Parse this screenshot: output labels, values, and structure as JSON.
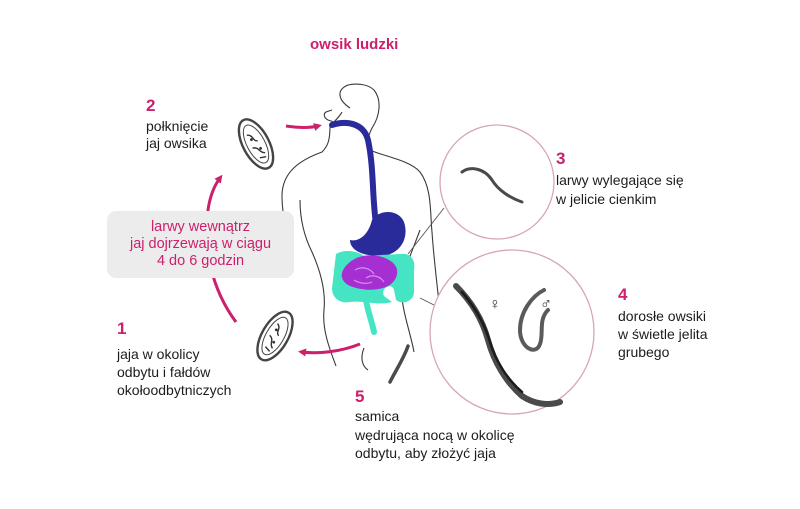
{
  "title": "owsik ludzki",
  "colors": {
    "accent": "#cc1f6c",
    "esophagus": "#2a2b9b",
    "small_intestine": "#a52fd0",
    "large_intestine": "#45e5c4",
    "callout_bg": "#ececec"
  },
  "callout": "larwy wewnątrz\njaj dojrzewają w ciągu\n4 do 6 godzin",
  "steps": [
    {
      "number": "1",
      "lines": [
        "jaja w okolicy",
        "odbytu i fałdów",
        "okołoodbytniczych"
      ]
    },
    {
      "number": "2",
      "lines": [
        "połknięcie",
        "jaj owsika"
      ]
    },
    {
      "number": "3",
      "lines": [
        "larwy wylegające się",
        "w jelicie cienkim"
      ]
    },
    {
      "number": "4",
      "lines": [
        "dorosłe owsiki",
        "w świetle jelita",
        "grubego"
      ]
    },
    {
      "number": "5",
      "lines": [
        "samica",
        "wędrująca nocą  w okolicę",
        "odbytu, aby złożyć jaja"
      ]
    }
  ],
  "symbols": {
    "female": "♀",
    "male": "♂"
  }
}
